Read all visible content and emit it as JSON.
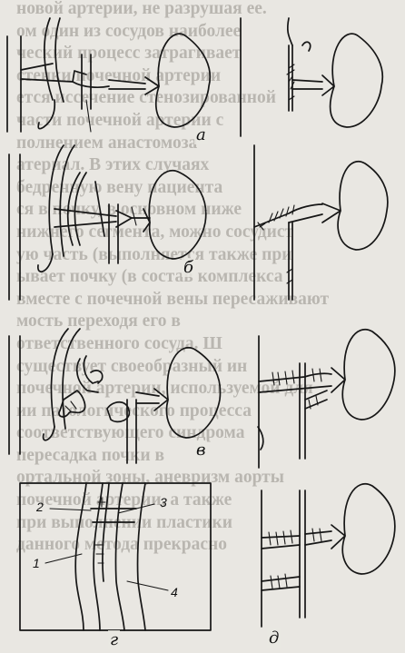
{
  "background_text": [
    "новой артерии, не разрушая ее.",
    "ом один из сосудов наиболее",
    "ческий процесс затрагивает",
    "стенки почечной артерии",
    "ется иссечение стенозированной",
    "части почечной артерии с",
    "полнением анастомоза",
    "атериал. В этих случаях",
    "бедренную вену пациента",
    "ся в почку, в основном ниже",
    "нижнего сегмента, можно сосудист",
    "ую часть (выполняется также при",
    "ывает почку (в состав комплекса",
    "вместе с почечной вены пересаживают",
    "мость переходя его в",
    "ответственного сосуда. Ш",
    "существует своеобразный ин",
    "почечной артерии, используемой для",
    "ии патологического процесса",
    "соответствующего синдрома",
    "пересадка почки в",
    "ортальной зоны, аневризм аорты",
    "почечной артерии, а также",
    "при выполнении пластики",
    "данного метода прекрасно"
  ],
  "panels": {
    "a": {
      "label": "а"
    },
    "b": {
      "label": "б"
    },
    "v": {
      "label": "в"
    },
    "g": {
      "label": "г",
      "callouts": [
        "1",
        "2",
        "3",
        "4"
      ]
    },
    "d": {
      "label": "д"
    }
  },
  "colors": {
    "ink": "#161616",
    "paper": "#e9e7e2",
    "ghost_text": "#b9b6b0"
  }
}
